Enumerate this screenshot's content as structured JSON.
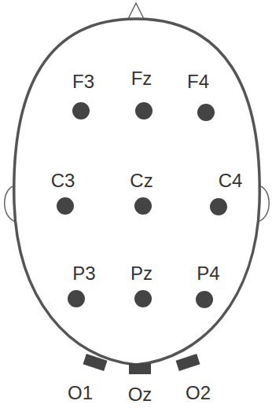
{
  "diagram": {
    "labels": [
      "F3",
      "Fz",
      "F4",
      "C3",
      "Cz",
      "C4",
      "P3",
      "Pz",
      "P4",
      "O1",
      "Oz",
      "O2"
    ]
  }
}
